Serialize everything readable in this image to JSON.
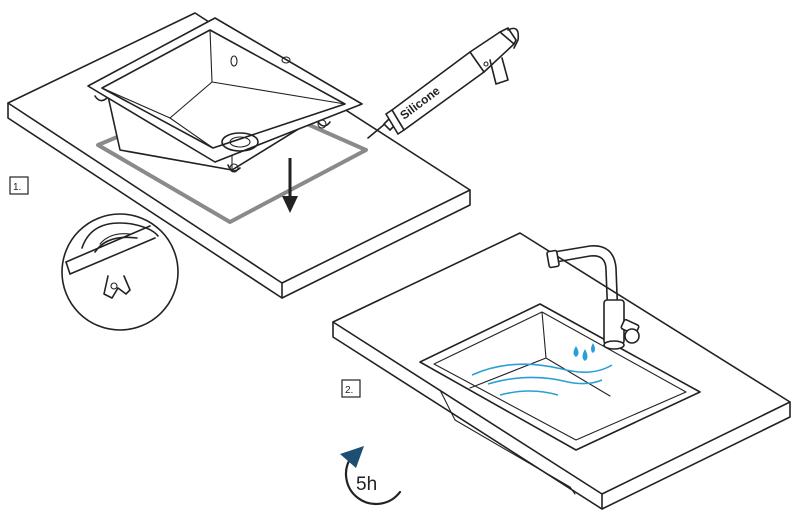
{
  "steps": {
    "step1_label": "1.",
    "step2_label": "2."
  },
  "silicone_tube": {
    "label": "Silicone"
  },
  "timer": {
    "label": "5h"
  },
  "colors": {
    "line": "#222222",
    "silicone_outline": "#8a8a8a",
    "water": "#2a9fd6",
    "timer_arrow": "#1d4f73"
  },
  "icons": [
    "sink-icon",
    "silicone-tube-icon",
    "arrow-down-icon",
    "water-drops-icon",
    "faucet-icon",
    "clock-arrow-icon",
    "magnifier-circle-icon"
  ]
}
